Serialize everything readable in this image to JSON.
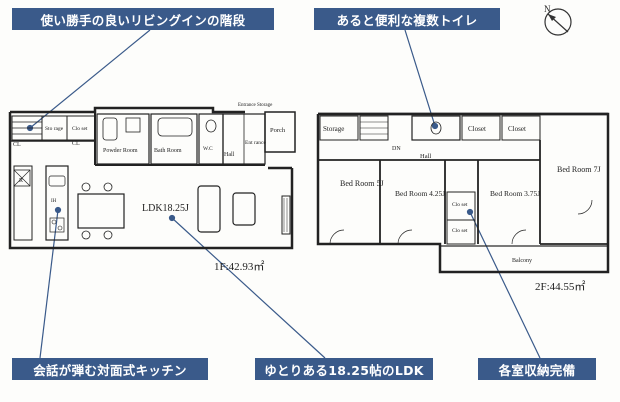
{
  "callouts": {
    "stairs": "使い勝手の良いリビングインの階段",
    "toilet": "あると便利な複数トイレ",
    "kitchen": "会話が弾む対面式キッチン",
    "ldk": "ゆとりある18.25帖のLDK",
    "storage": "各室収納完備"
  },
  "floor1": {
    "area": "1F:42.93㎡",
    "ldk": "LDK18.25J",
    "storage": "Sto rage",
    "closet": "Clo set",
    "cl": "CL",
    "powder_room": "Powder Room",
    "bath_room": "Bath Room",
    "entrance_storage": "Entrance Storage",
    "entrance": "Ent rance",
    "porch": "Porch",
    "hall": "Hall",
    "wc": "W.C",
    "cl2": "CL",
    "refrigerator": "R",
    "ih": "IH"
  },
  "floor2": {
    "area": "2F:44.55㎡",
    "storage": "Storage",
    "dn": "DN",
    "hall": "Hall",
    "closet1": "Closet",
    "closet2": "Closet",
    "bed1": "Bed Room 5J",
    "bed2": "Bed Room 4.25J",
    "bed3": "Bed Room 3.75J",
    "bed4": "Bed Room 7J",
    "closet_a": "Clo set",
    "closet_b": "Clo set",
    "balcony": "Balcony"
  },
  "compass": "N"
}
